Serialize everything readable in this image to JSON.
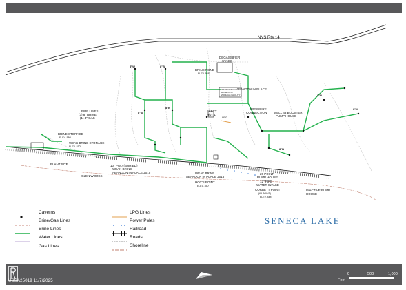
{
  "footer": {
    "id_text": "USSA25019 11/7/2025",
    "scale_ticks": [
      "0",
      "500",
      "1,000"
    ],
    "scale_unit": "Feet"
  },
  "map": {
    "road_label": "NYS  Rte 14",
    "labels": {
      "degassifier": "DEGASSIFIER",
      "stack": "STACK",
      "brine_pond": "BRINE POND",
      "brine_pond_elev": "ELEV. 688'",
      "abandon_in_place": "ABANDON IN PLACE",
      "storage_facility_1": "STABILIZATION",
      "storage_facility_2": "BRINE TANK",
      "storage_facility_3": "STORAGE FACILITY",
      "pipe_lines": "PIPE LINES",
      "pipe_lines_2": "(3) 8\" BRINE",
      "pipe_lines_3": "(1) 4\" GAS",
      "elect_hut": "ELECT",
      "elect_hut_2": "HUT 1",
      "pressure_connection": "PRESSURE",
      "pressure_connection_2": "CONNECTION",
      "well_booster": "WELL 43 BOOSTER",
      "well_booster_2": "PUMP HOUSE",
      "brine_storage": "BRINE STORAGE",
      "brine_storage_elev": "ELEV. 580'",
      "weak_brine_storage": "WEAK BRINE STORAGE",
      "weak_brine_storage_elev": "ELEV. 530'",
      "plant_site": "PLANT SITE",
      "poly_1": "10\" POLY(BURIED)",
      "poly_2": "WEAK BRINE",
      "poly_3": "ABANDON IN PLACE 2015",
      "glen_works": "GLEN WORKS",
      "weak_brine_2": "WEAK BRINE",
      "weak_brine_2b": "ABANDON IN PLACE 2015",
      "hoys_point": "HOY'S POINT",
      "hoys_point_elev": "ELEV. 450'",
      "pump_house_20": "20 POINT",
      "pump_house_20b": "PUMP HOUSE",
      "water_intake": "12\" PIPE",
      "water_intake_b": "WATER INTAKE",
      "corbett_point": "CORBETT POINT",
      "corbett_point_2": "(65 POINT)",
      "corbett_point_elev": "ELEV. 448'",
      "inactive_pump": "INACTIVE PUMP",
      "inactive_pump_2": "HOUSE",
      "lpg": "LPG",
      "well_bw": "8\"W",
      "well_bb": "8\"B"
    }
  },
  "legend": {
    "items": [
      {
        "label": "Caverns",
        "symbol": "dot",
        "color": "#111111"
      },
      {
        "label": "Brine/Gas Lines",
        "symbol": "dash",
        "color": "#c9877a"
      },
      {
        "label": "Brine Lines",
        "symbol": "line",
        "color": "#22b14c"
      },
      {
        "label": "Water Lines",
        "symbol": "line",
        "color": "#b9a6d3"
      },
      {
        "label": "Gas Lines",
        "symbol": "none",
        "color": "#ffffff"
      },
      {
        "label": "LPG Lines",
        "symbol": "line",
        "color": "#e3a04f"
      },
      {
        "label": "Power Poles",
        "symbol": "dots",
        "color": "#3a7bd5"
      },
      {
        "label": "Railroad",
        "symbol": "rail",
        "color": "#111111"
      },
      {
        "label": "Roads",
        "symbol": "dash",
        "color": "#9a9a9a"
      },
      {
        "label": "Shoreline",
        "symbol": "dashdot",
        "color": "#c08070"
      }
    ]
  },
  "lake_label": "SENECA LAKE"
}
